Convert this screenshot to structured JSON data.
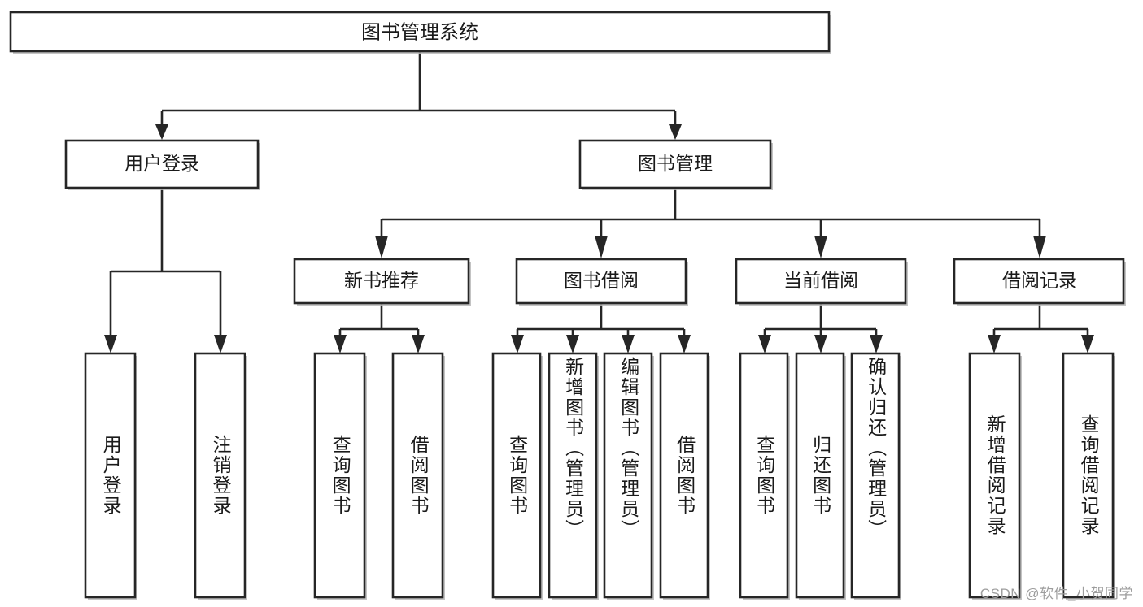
{
  "diagram": {
    "type": "tree",
    "title": "图书管理系统",
    "orientation": "top-down",
    "colors": {
      "stroke": "#262626",
      "box_fill": "#ffffff",
      "background": "#ffffff",
      "shadow": "#b9b9b9",
      "watermark_text": "#9d9d9d"
    },
    "watermark": "CSDN @软件_小贺同学",
    "levels": 3,
    "root": {
      "label": "图书管理系统"
    },
    "level2": [
      {
        "label": "用户登录"
      },
      {
        "label": "图书管理"
      }
    ],
    "level3": [
      {
        "label": "新书推荐"
      },
      {
        "label": "图书借阅"
      },
      {
        "label": "当前借阅"
      },
      {
        "label": "借阅记录"
      }
    ],
    "leaves": {
      "user_login": [
        {
          "label": "用户登录"
        },
        {
          "label": "注销登录"
        }
      ],
      "new_book_recommend": [
        {
          "label": "查询图书"
        },
        {
          "label": "借阅图书"
        }
      ],
      "book_borrow": [
        {
          "label": "查询图书"
        },
        {
          "label": "新增图书（管理员）"
        },
        {
          "label": "编辑图书（管理员）"
        },
        {
          "label": "借阅图书"
        }
      ],
      "current_borrow": [
        {
          "label": "查询图书"
        },
        {
          "label": "归还图书"
        },
        {
          "label": "确认归还（管理员）"
        }
      ],
      "borrow_record": [
        {
          "label": "新增借阅记录"
        },
        {
          "label": "查询借阅记录"
        }
      ]
    }
  }
}
